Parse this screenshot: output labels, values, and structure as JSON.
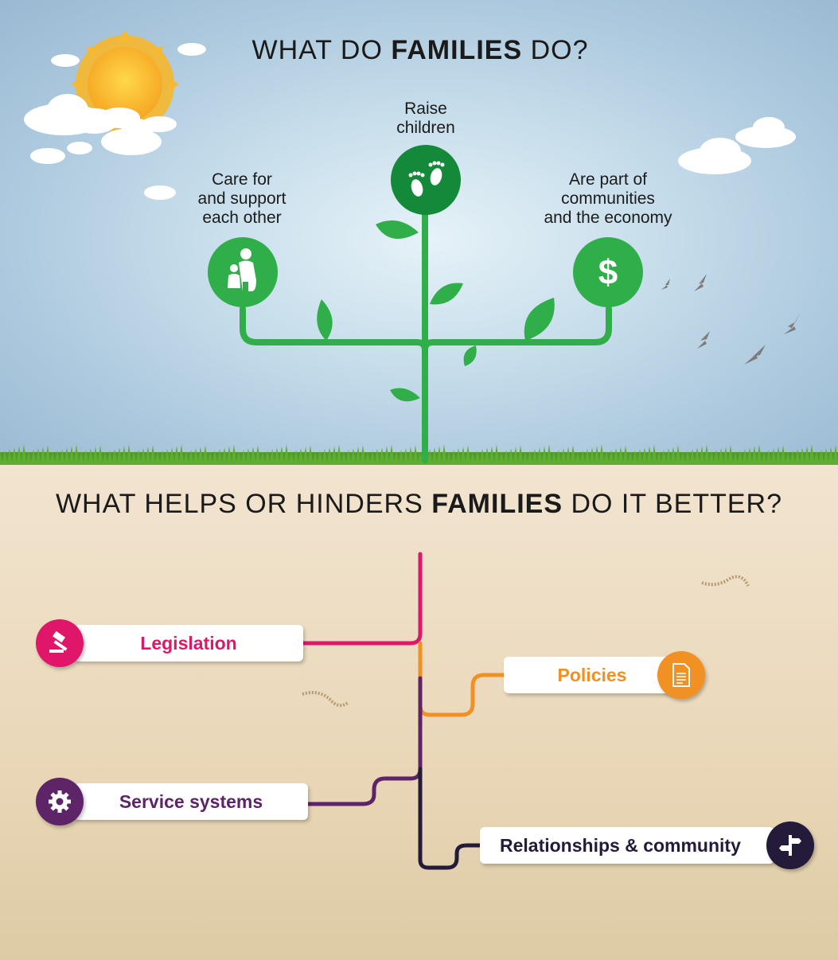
{
  "top": {
    "title_pre": "WHAT DO ",
    "title_bold": "FAMILIES",
    "title_post": " DO?",
    "items": [
      {
        "label": "Care for\nand support\neach other",
        "icon": "family-icon"
      },
      {
        "label": "Raise\nchildren",
        "icon": "footprints-icon"
      },
      {
        "label": "Are part of\ncommunities\nand the economy",
        "icon": "dollar-icon"
      }
    ],
    "dollar": "$"
  },
  "bottom": {
    "title_pre": "WHAT HELPS OR HINDERS ",
    "title_bold": "FAMILIES",
    "title_post": " DO IT BETTER?",
    "items": [
      {
        "label": "Legislation",
        "color": "#e0166b",
        "icon": "gavel-icon"
      },
      {
        "label": "Policies",
        "color": "#f29123",
        "icon": "document-icon"
      },
      {
        "label": "Service systems",
        "color": "#5e2468",
        "icon": "gear-icon"
      },
      {
        "label": "Relationships & community",
        "color": "#241a3a",
        "icon": "signpost-icon"
      }
    ]
  },
  "colors": {
    "tree_green": "#2fae49",
    "dark_green": "#14893a"
  }
}
